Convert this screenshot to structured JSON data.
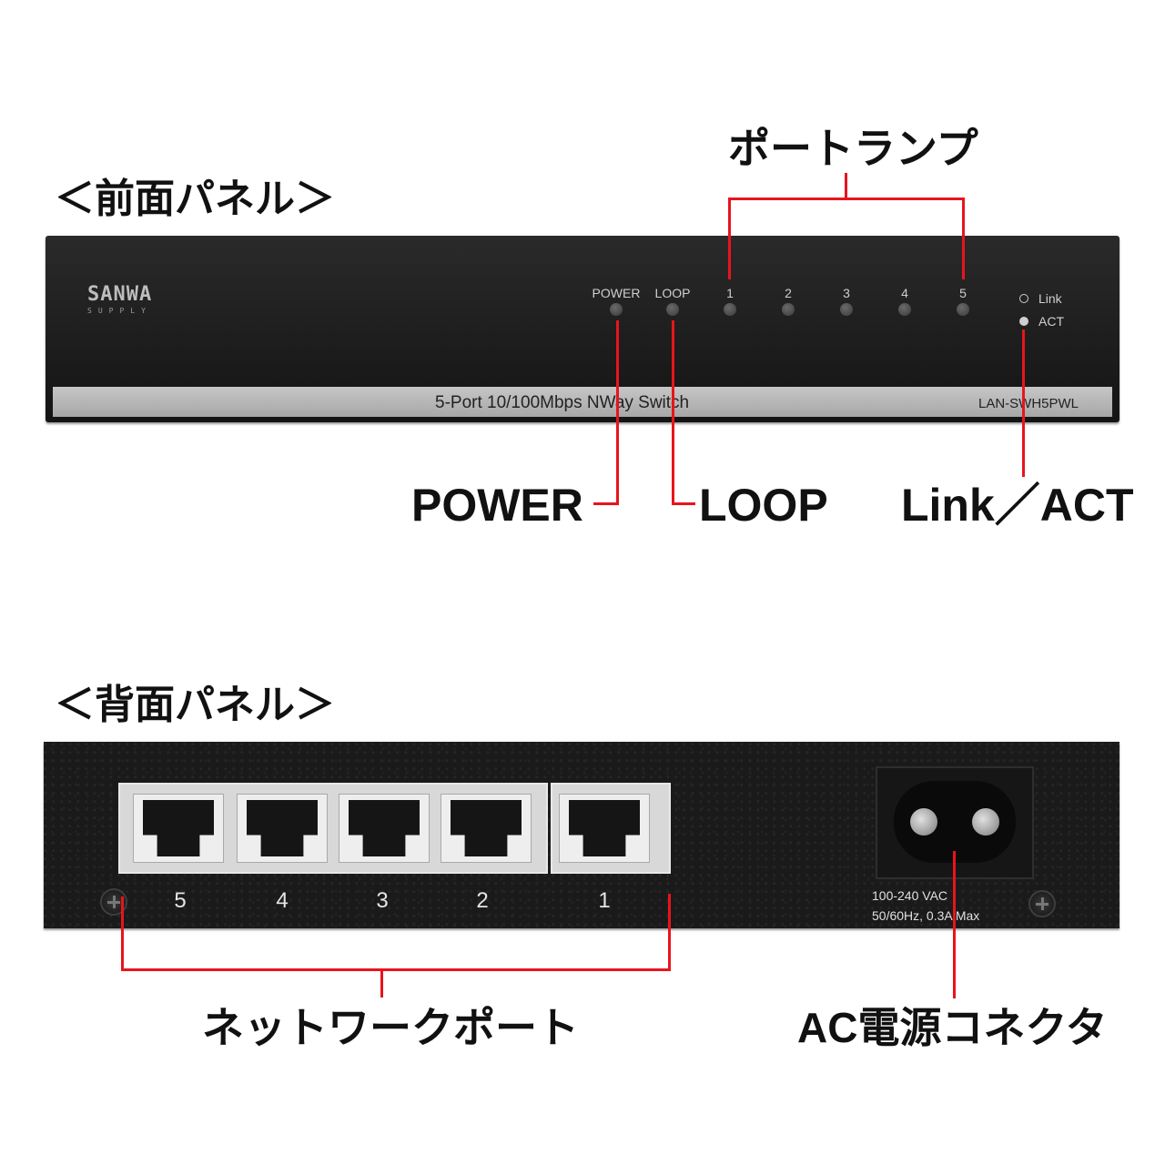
{
  "front_section": {
    "title": "＜前面パネル＞",
    "logo": {
      "main": "SANWA",
      "sub": "SUPPLY"
    },
    "leds": [
      {
        "label": "POWER"
      },
      {
        "label": "LOOP"
      },
      {
        "label": "1"
      },
      {
        "label": "2"
      },
      {
        "label": "3"
      },
      {
        "label": "4"
      },
      {
        "label": "5"
      }
    ],
    "legend": {
      "link": "Link",
      "act": "ACT"
    },
    "strip_text": "5-Port 10/100Mbps NWay Switch",
    "model": "LAN-SWH5PWL",
    "callouts": {
      "port_lamp": "ポートランプ",
      "power": "POWER",
      "loop": "LOOP",
      "link_act": "Link／ACT"
    }
  },
  "rear_section": {
    "title": "＜背面パネル＞",
    "port_numbers": [
      "5",
      "4",
      "3",
      "2",
      "1"
    ],
    "ac_rating_line1": "100-240 VAC",
    "ac_rating_line2": "50/60Hz, 0.3A Max",
    "callouts": {
      "network_port": "ネットワークポート",
      "ac_connector": "AC電源コネクタ"
    }
  },
  "colors": {
    "callout_line": "#e8141c",
    "panel": "#1a1a1a",
    "strip": "#b4b4b4"
  }
}
